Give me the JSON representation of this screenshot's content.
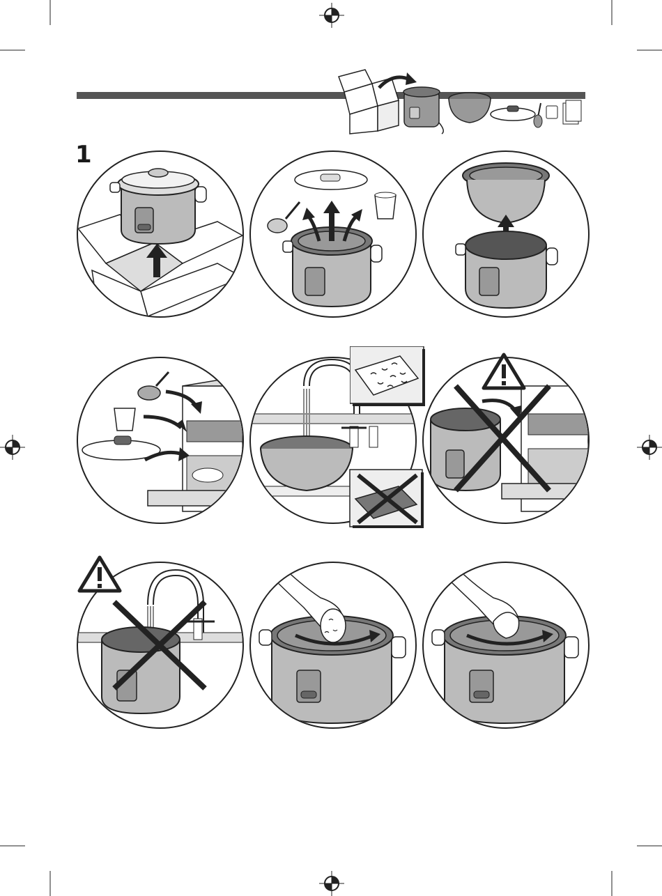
{
  "page": {
    "step_number": "1",
    "accent_color": "#555555",
    "line_color": "#222222"
  },
  "icons": [
    "registration-mark-icon",
    "unboxing-header-icon",
    "warning-triangle-icon",
    "cross-out-icon",
    "arrow-icon"
  ],
  "panels": [
    {
      "row": 1,
      "col": 1,
      "name": "panel-unbox-cooker"
    },
    {
      "row": 1,
      "col": 2,
      "name": "panel-remove-accessories"
    },
    {
      "row": 1,
      "col": 3,
      "name": "panel-remove-inner-bowl"
    },
    {
      "row": 2,
      "col": 1,
      "name": "panel-accessories-dishwasher"
    },
    {
      "row": 2,
      "col": 2,
      "name": "panel-wash-bowl-sink"
    },
    {
      "row": 2,
      "col": 3,
      "name": "panel-no-cooker-dishwasher"
    },
    {
      "row": 3,
      "col": 1,
      "name": "panel-no-cooker-under-tap"
    },
    {
      "row": 3,
      "col": 2,
      "name": "panel-wipe-with-sponge"
    },
    {
      "row": 3,
      "col": 3,
      "name": "panel-wipe-with-cloth"
    }
  ]
}
